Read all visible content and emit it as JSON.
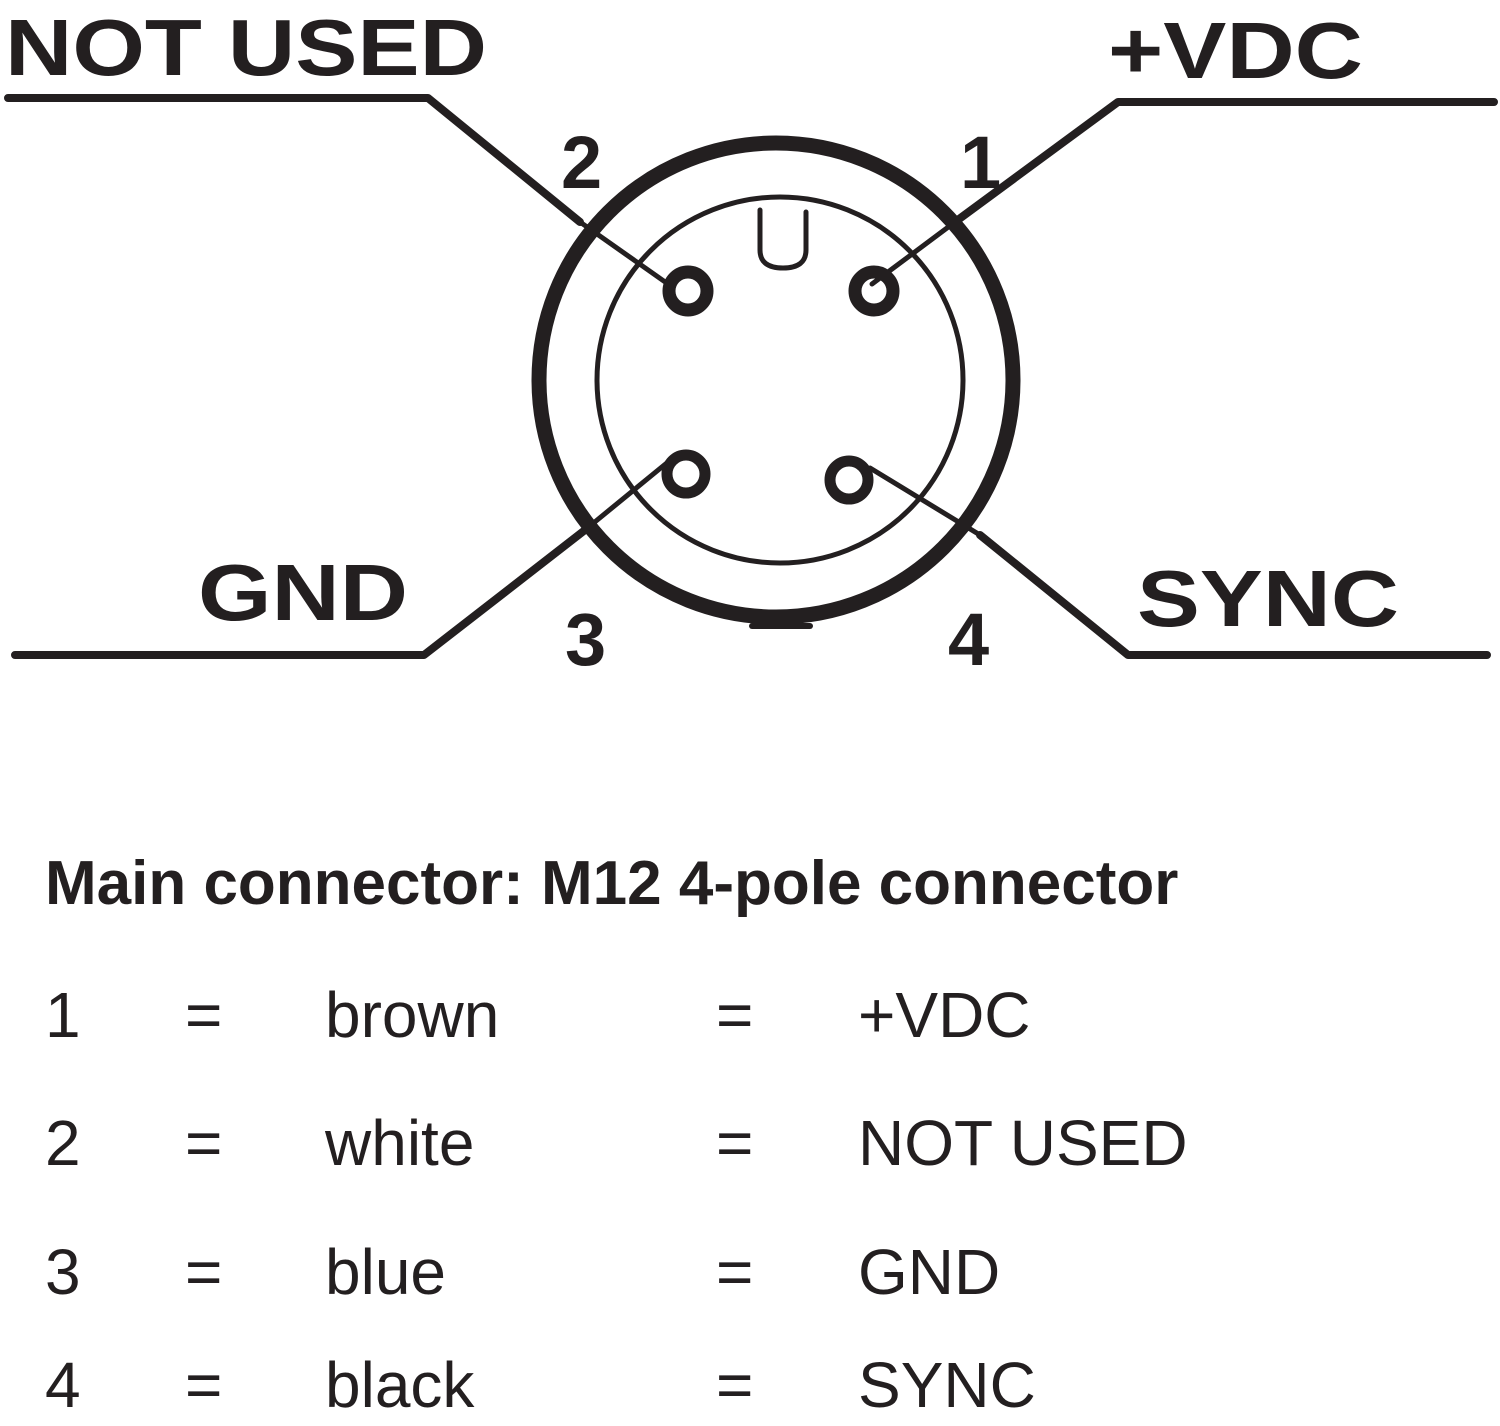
{
  "diagram": {
    "labels": {
      "top_left": "NOT USED",
      "top_right": "+VDC",
      "bottom_left": "GND",
      "bottom_right": "SYNC"
    },
    "pin_numbers": [
      "1",
      "2",
      "3",
      "4"
    ]
  },
  "heading": "Main connector: M12 4-pole connector",
  "table": {
    "rows": [
      {
        "pin": "1",
        "eq": "=",
        "color": "brown",
        "eq2": "=",
        "signal": "+VDC"
      },
      {
        "pin": "2",
        "eq": "=",
        "color": "white",
        "eq2": "=",
        "signal": "NOT USED"
      },
      {
        "pin": "3",
        "eq": "=",
        "color": "blue",
        "eq2": "=",
        "signal": "GND"
      },
      {
        "pin": "4",
        "eq": "=",
        "color": "black",
        "eq2": "=",
        "signal": "SYNC"
      }
    ]
  }
}
